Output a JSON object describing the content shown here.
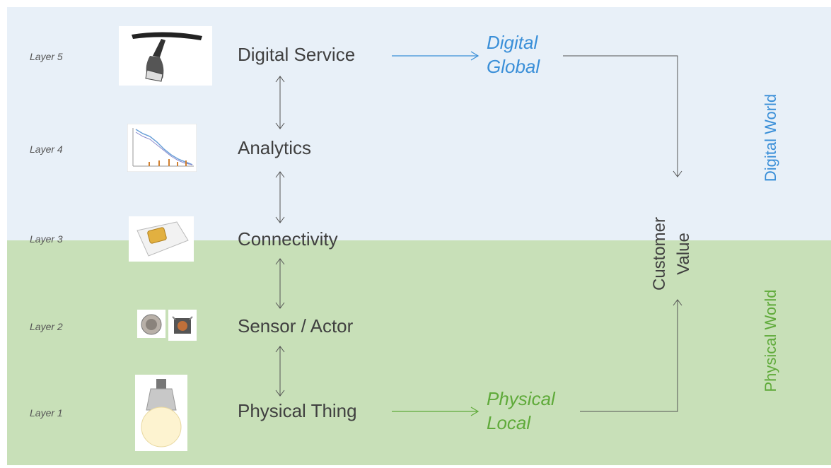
{
  "layers": [
    {
      "layer": "Layer 5",
      "name": "Digital Service",
      "icon": "serving-tray-icon"
    },
    {
      "layer": "Layer 4",
      "name": "Analytics",
      "icon": "line-chart-icon"
    },
    {
      "layer": "Layer 3",
      "name": "Connectivity",
      "icon": "sim-card-icon"
    },
    {
      "layer": "Layer 2",
      "name": "Sensor / Actor",
      "icon": "sensor-actor-icon"
    },
    {
      "layer": "Layer 1",
      "name": "Physical Thing",
      "icon": "light-bulb-icon"
    }
  ],
  "outcomes": {
    "digital": {
      "line1": "Digital",
      "line2": "Global"
    },
    "physical": {
      "line1": "Physical",
      "line2": "Local"
    }
  },
  "customer_value": {
    "line1": "Customer",
    "line2": "Value"
  },
  "worlds": {
    "digital": "Digital World",
    "physical": "Physical World"
  },
  "colors": {
    "digital_band": "#e8f0f8",
    "physical_band": "#c8e0b8",
    "digital_accent": "#3a8fd8",
    "physical_accent": "#5faa3a",
    "text": "#404040"
  }
}
